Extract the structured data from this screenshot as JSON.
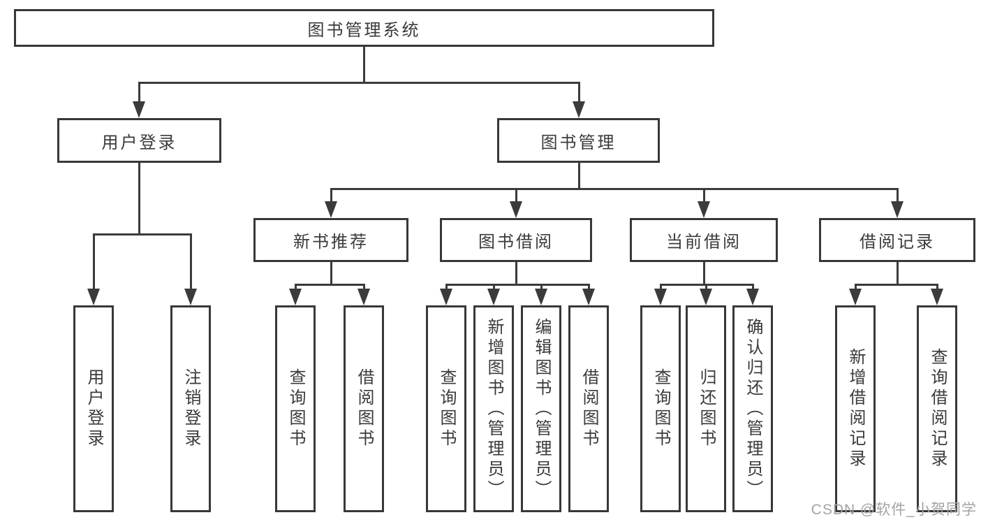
{
  "colors": {
    "line": "#3b3b3b",
    "border": "#383838",
    "text": "#3a3a3a",
    "watermark": "#a3a3a3",
    "bg": "#ffffff"
  },
  "tree": {
    "root": {
      "label": "图书管理系统"
    },
    "branches": [
      {
        "label": "用户登录",
        "leaves": [
          {
            "label": "用户登录"
          },
          {
            "label": "注销登录"
          }
        ]
      },
      {
        "label": "图书管理",
        "groups": [
          {
            "label": "新书推荐",
            "leaves": [
              {
                "label": "查询图书"
              },
              {
                "label": "借阅图书"
              }
            ]
          },
          {
            "label": "图书借阅",
            "leaves": [
              {
                "label": "查询图书"
              },
              {
                "label": "新增图书（管理员）"
              },
              {
                "label": "编辑图书（管理员）"
              },
              {
                "label": "借阅图书"
              }
            ]
          },
          {
            "label": "当前借阅",
            "leaves": [
              {
                "label": "查询图书"
              },
              {
                "label": "归还图书"
              },
              {
                "label": "确认归还（管理员）"
              }
            ]
          },
          {
            "label": "借阅记录",
            "leaves": [
              {
                "label": "新增借阅记录"
              },
              {
                "label": "查询借阅记录"
              }
            ]
          }
        ]
      }
    ]
  },
  "watermark": {
    "text": "CSDN @软件_小贺同学"
  }
}
